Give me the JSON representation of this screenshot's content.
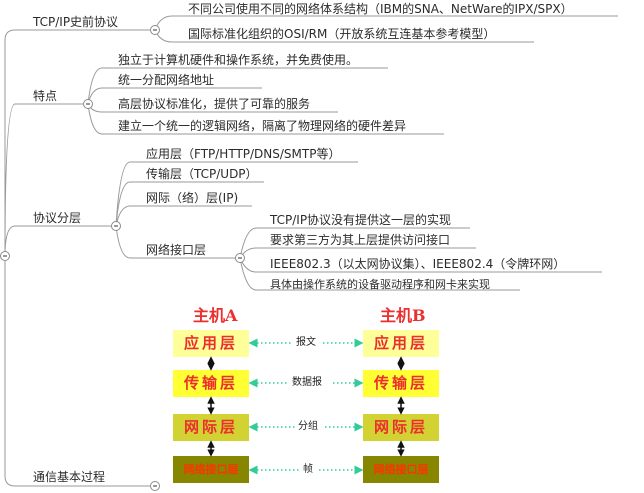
{
  "tree": {
    "history": {
      "label": "TCP/IP史前协议",
      "children": [
        "不同公司使用不同的网络体系结构（IBM的SNA、NetWare的IPX/SPX）",
        "国际标准化组织的OSI/RM（开放系统互连基本参考模型）"
      ]
    },
    "features": {
      "label": "特点",
      "children": [
        "独立于计算机硬件和操作系统，并免费使用。",
        "统一分配网络地址",
        "高层协议标准化，提供了可靠的服务",
        "建立一个统一的逻辑网络，隔离了物理网络的硬件差异"
      ]
    },
    "layers": {
      "label": "协议分层",
      "children": [
        "应用层（FTP/HTTP/DNS/SMTP等）",
        "传输层（TCP/UDP）",
        "网际（络）层(IP)"
      ],
      "netif": {
        "label": "网络接口层",
        "children": [
          "TCP/IP协议没有提供这一层的实现",
          "要求第三方为其上层提供访问接口",
          "IEEE802.3（以太网协议集）、IEEE802.4（令牌环网）",
          "具体由操作系统的设备驱动程序和网卡来实现"
        ]
      }
    },
    "process": {
      "label": "通信基本过程"
    },
    "collapse_symbol": "−"
  },
  "figure": {
    "host_a": "主机A",
    "host_b": "主机B",
    "layers": [
      "应用层",
      "传输层",
      "网际层",
      "网络接口层"
    ],
    "links": [
      "报文",
      "数据报",
      "分组",
      "帧"
    ],
    "colors": {
      "layer_fills": [
        "#ffff99",
        "#ffff33",
        "#d2d233",
        "#868600"
      ],
      "text": "#ec2e2e",
      "arrow": "#33cc99"
    }
  }
}
